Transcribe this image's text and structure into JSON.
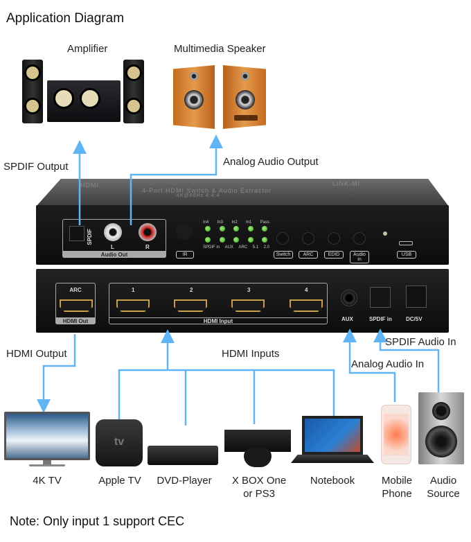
{
  "title": "Application Diagram",
  "outputs": {
    "amplifier_label": "Amplifier",
    "speaker_label": "Multimedia Speaker",
    "spdif_output_label": "SPDIF Output",
    "analog_output_label": "Analog Audio Output",
    "hdmi_output_label": "HDMI Output"
  },
  "inputs": {
    "hdmi_inputs_label": "HDMI Inputs",
    "analog_in_label": "Analog Audio In",
    "spdif_in_label": "SPDIF Audio In"
  },
  "device": {
    "top_text": "4-Port HDMI Switch & Audio Extractor",
    "top_sub": "4K@60Hz 4:4:4",
    "brand_left": "HDMI",
    "brand_right": "LINK-MI",
    "front": {
      "spdif_label": "SPDIF",
      "rca_l": "L",
      "rca_r": "R",
      "audio_out_label": "Audio Out",
      "ir_label": "IR",
      "led_row1": [
        "In4",
        "In3",
        "In2",
        "In1",
        "Pass"
      ],
      "led_row2": [
        "SPDIF in",
        "AUX",
        "ARC",
        "5.1",
        "2.0"
      ],
      "buttons": [
        "Switch",
        "ARC",
        "EDID",
        "Audio in"
      ],
      "usb_label": "USB"
    },
    "back": {
      "arc_label": "ARC",
      "hdmi_out_label": "HDMI Out",
      "inputs": [
        "1",
        "2",
        "3",
        "4"
      ],
      "hdmi_input_label": "HDMI Input",
      "aux_label": "AUX",
      "spdif_in_label": "SPDIF in",
      "dc_label": "DC/5V"
    }
  },
  "sources": [
    {
      "name": "4K TV",
      "line2": ""
    },
    {
      "name": "Apple TV",
      "line2": ""
    },
    {
      "name": "DVD-Player",
      "line2": ""
    },
    {
      "name": "X BOX One",
      "line2": "or PS3"
    },
    {
      "name": "Notebook",
      "line2": ""
    },
    {
      "name": "Mobile",
      "line2": "Phone"
    },
    {
      "name": "Audio",
      "line2": "Source"
    }
  ],
  "note": "Note: Only input 1 support CEC",
  "colors": {
    "wire": "#62b5f5",
    "led": "#4cc12c",
    "hdmi_gold": "#c9a04a"
  }
}
